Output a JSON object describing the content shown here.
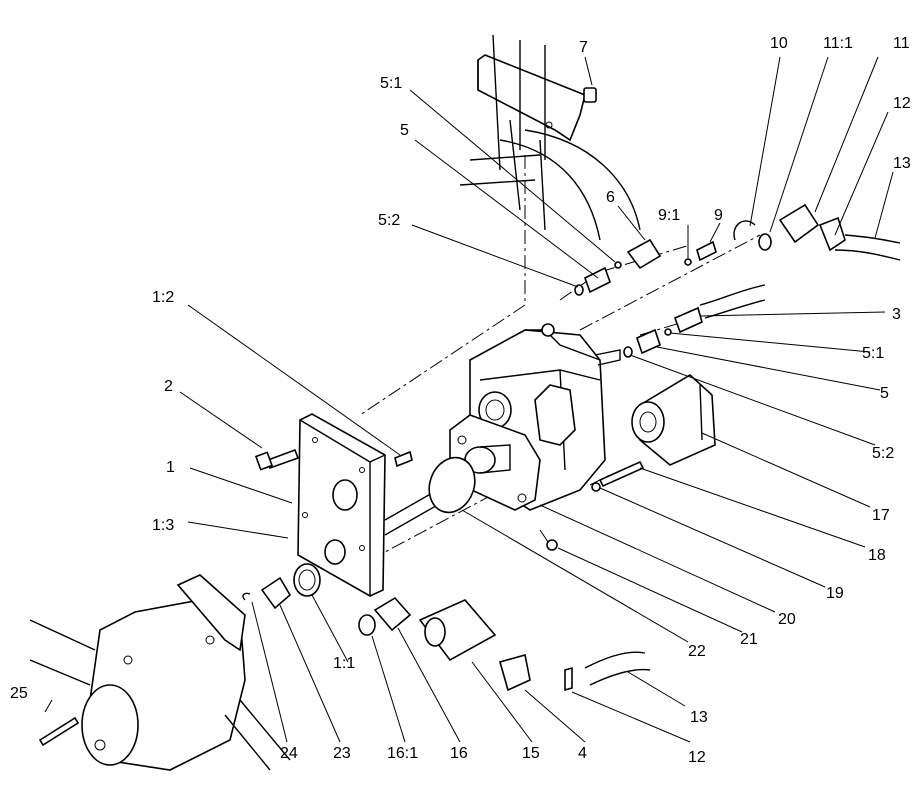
{
  "callouts": [
    {
      "id": "c7",
      "label": "7"
    },
    {
      "id": "c10",
      "label": "10"
    },
    {
      "id": "c11_1",
      "label": "11:1"
    },
    {
      "id": "c11",
      "label": "11"
    },
    {
      "id": "c12a",
      "label": "12"
    },
    {
      "id": "c13a",
      "label": "13"
    },
    {
      "id": "c5_1a",
      "label": "5:1"
    },
    {
      "id": "c5a",
      "label": "5"
    },
    {
      "id": "c6",
      "label": "6"
    },
    {
      "id": "c9_1",
      "label": "9:1"
    },
    {
      "id": "c9",
      "label": "9"
    },
    {
      "id": "c5_2a",
      "label": "5:2"
    },
    {
      "id": "c1_2",
      "label": "1:2"
    },
    {
      "id": "c3",
      "label": "3"
    },
    {
      "id": "c5_1b",
      "label": "5:1"
    },
    {
      "id": "c5b",
      "label": "5"
    },
    {
      "id": "c2",
      "label": "2"
    },
    {
      "id": "c5_2b",
      "label": "5:2"
    },
    {
      "id": "c1",
      "label": "1"
    },
    {
      "id": "c17",
      "label": "17"
    },
    {
      "id": "c1_3",
      "label": "1:3"
    },
    {
      "id": "c18",
      "label": "18"
    },
    {
      "id": "c19",
      "label": "19"
    },
    {
      "id": "c20",
      "label": "20"
    },
    {
      "id": "c21",
      "label": "21"
    },
    {
      "id": "c22",
      "label": "22"
    },
    {
      "id": "c1_1",
      "label": "1:1"
    },
    {
      "id": "c13b",
      "label": "13"
    },
    {
      "id": "c25",
      "label": "25"
    },
    {
      "id": "c24",
      "label": "24"
    },
    {
      "id": "c23",
      "label": "23"
    },
    {
      "id": "c16_1",
      "label": "16:1"
    },
    {
      "id": "c16",
      "label": "16"
    },
    {
      "id": "c15",
      "label": "15"
    },
    {
      "id": "c4",
      "label": "4"
    },
    {
      "id": "c12b",
      "label": "12"
    }
  ]
}
